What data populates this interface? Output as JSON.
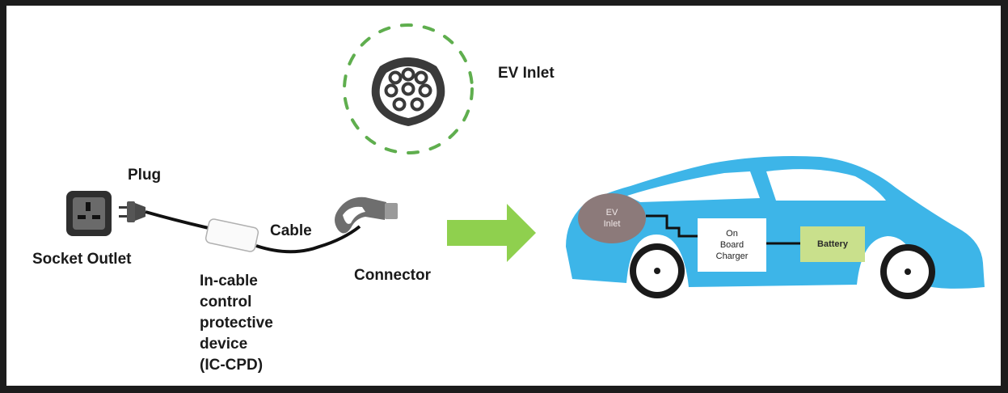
{
  "labels": {
    "ev_inlet": "EV Inlet",
    "plug": "Plug",
    "socket_outlet": "Socket Outlet",
    "cable": "Cable",
    "connector": "Connector",
    "ic_cpd": "In-cable\ncontrol\nprotective\ndevice\n(IC-CPD)"
  },
  "car": {
    "ev_inlet_label": "EV\nInlet",
    "on_board_charger_label": "On\nBoard\nCharger",
    "battery_label": "Battery"
  },
  "colors": {
    "car_body": "#3db5e8",
    "inlet_dashed_ring": "#5fae4e",
    "arrow": "#8fd04e",
    "battery_box": "#c9e08c",
    "ev_inlet_oval": "#8c7a7a",
    "frame": "#1c1c1c"
  },
  "icons": {
    "socket": "uk-socket-outlet-icon",
    "plug": "plug-icon",
    "connector": "ev-connector-icon",
    "inlet": "type2-inlet-icon",
    "arrow": "right-arrow-icon",
    "car": "electric-car-icon"
  }
}
